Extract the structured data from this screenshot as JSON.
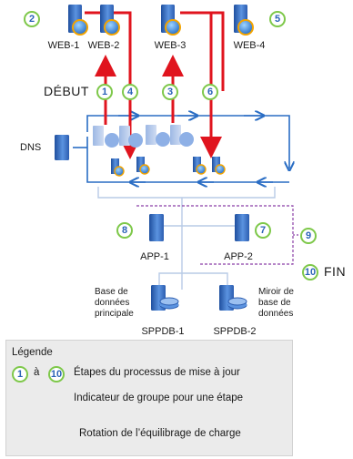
{
  "servers": {
    "web1": "WEB-1",
    "web2": "WEB-2",
    "web3": "WEB-3",
    "web4": "WEB-4",
    "dns": "DNS",
    "app1": "APP-1",
    "app2": "APP-2",
    "db1": "SPPDB-1",
    "db2": "SPPDB-2"
  },
  "labels": {
    "start": "DÉBUT",
    "end": "FIN",
    "db_primary": "Base de\ndonnées\nprincipale",
    "db_mirror": "Miroir de\nbase de\ndonnées"
  },
  "steps": [
    "1",
    "2",
    "3",
    "4",
    "5",
    "6",
    "7",
    "8",
    "9",
    "10"
  ],
  "legend": {
    "title": "Légende",
    "range_from": "1",
    "range_word": "à",
    "range_to": "10",
    "steps_text": "Étapes du processus de mise à jour",
    "group_text": "Indicateur de groupe pour une étape",
    "rotation_text": "Rotation de l’équilibrage de charge"
  },
  "colors": {
    "arrow_red": "#e0141e",
    "flow_blue": "#2a6dc4",
    "step_ring": "#7ec84a",
    "group_dash": "#8b3fa6",
    "server": "#3b74c9"
  }
}
